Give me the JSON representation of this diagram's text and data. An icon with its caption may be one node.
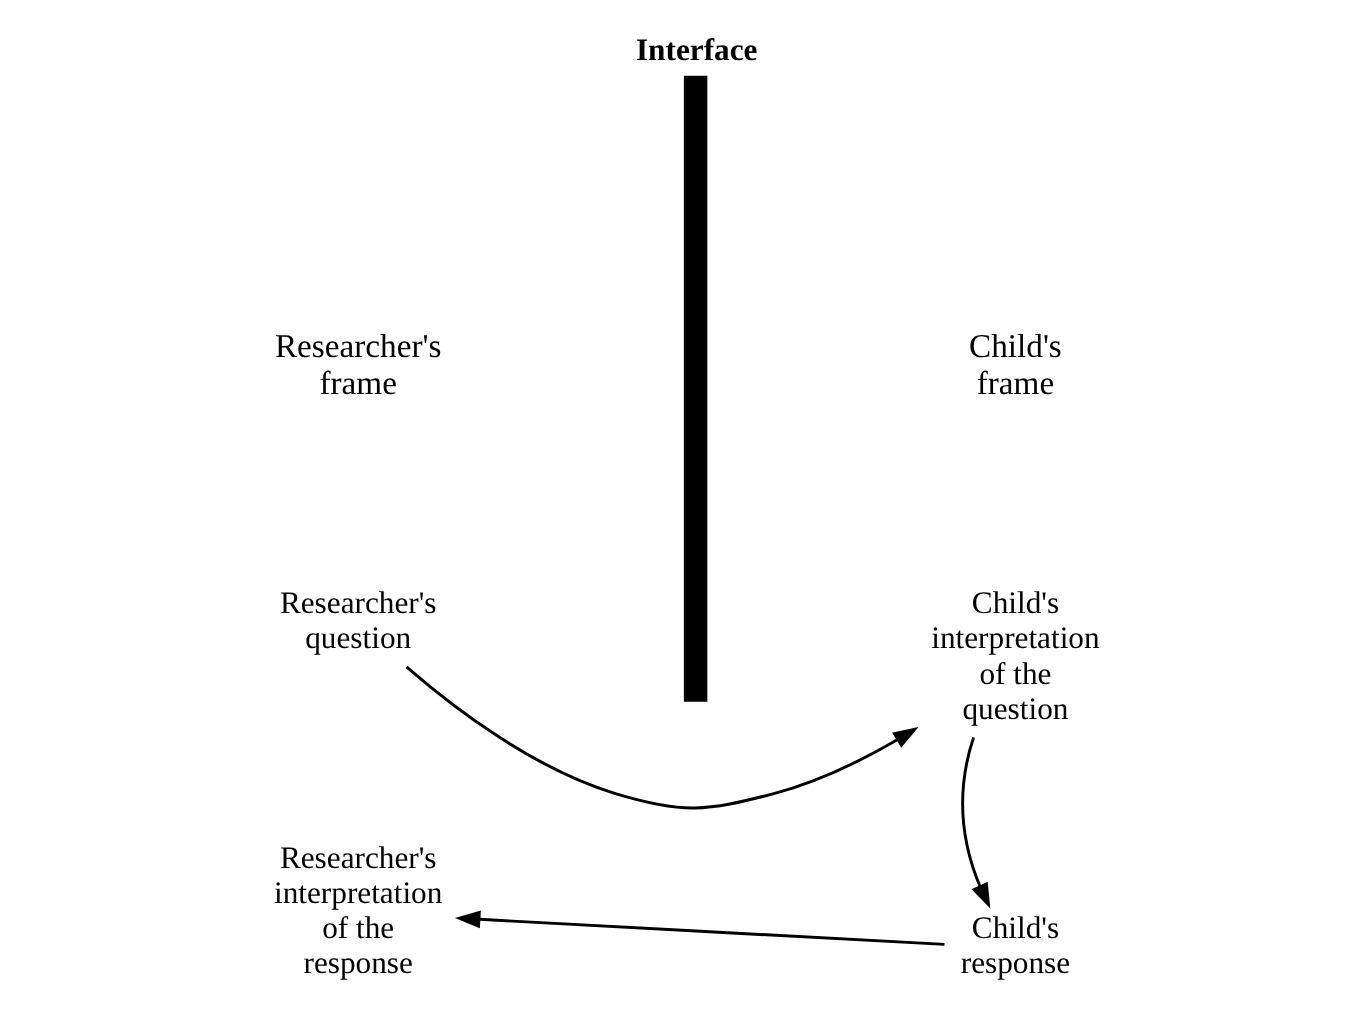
{
  "diagram": {
    "nodes": [
      {
        "text": [
          "Interface"
        ]
      },
      {
        "text": [
          "Researcher's question"
        ]
      },
      {
        "text": [
          "Child's interpretation of the question"
        ]
      },
      {
        "text": [
          "Child's response"
        ]
      },
      {
        "text": [
          "Researcher's interpretation of the response"
        ]
      }
    ],
    "edges": [
      {
        "from": 1,
        "to": 2,
        "arrow": "to"
      },
      {
        "from": 2,
        "to": 3,
        "arrow": "to"
      },
      {
        "from": 3,
        "to": 4,
        "arrow": "to"
      }
    ],
    "labels": [
      "Researcher's frame",
      "Child's frame"
    ]
  }
}
